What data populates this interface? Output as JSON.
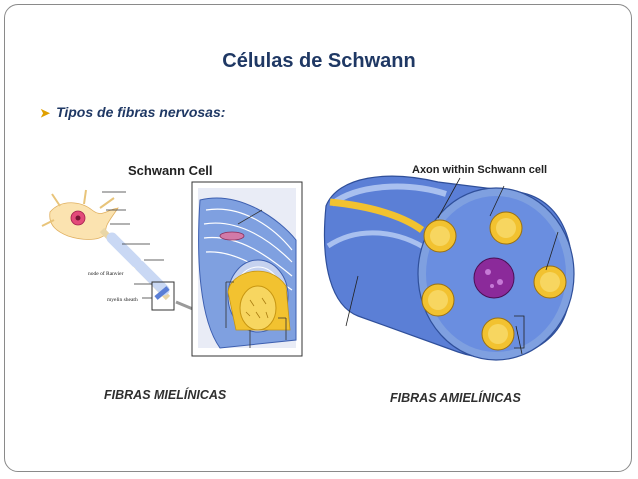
{
  "slide": {
    "title": "Células de Schwann",
    "bullet": "Tipos de fibras nervosas:",
    "bullet_arrow": "➤"
  },
  "left_figure": {
    "heading": "Schwann Cell",
    "label_node": "node of Ranvier",
    "label_myelin": "myelin sheath",
    "caption": "FIBRAS MIELÍNICAS"
  },
  "right_figure": {
    "heading": "Axon within Schwann cell",
    "caption": "FIBRAS AMIELÍNICAS"
  },
  "colors": {
    "title": "#1f3864",
    "bullet_arrow": "#e0a000",
    "membrane_blue": "#5b7fd6",
    "axon_yellow": "#f2c230",
    "nucleus_purple": "#8b2a9a"
  }
}
